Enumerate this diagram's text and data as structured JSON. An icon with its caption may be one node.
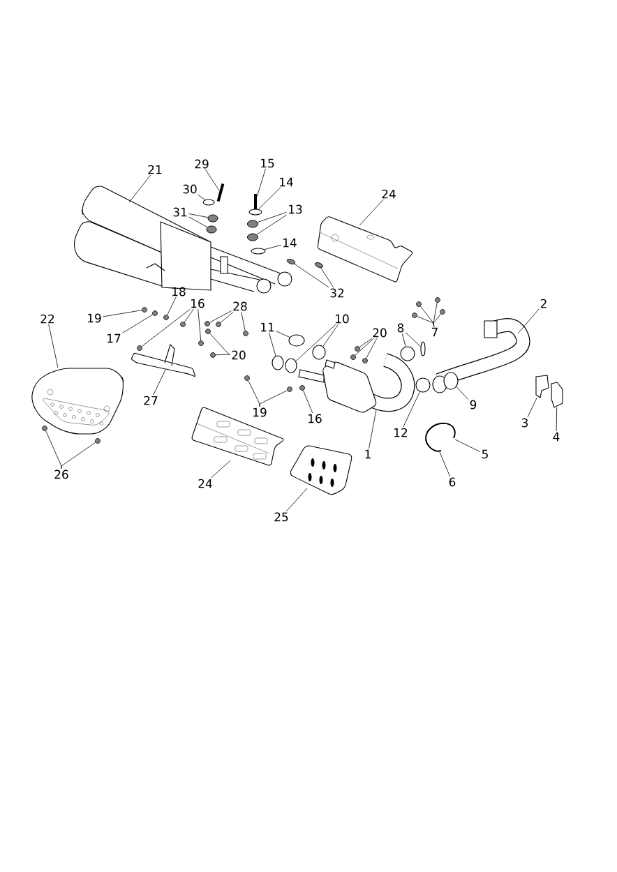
{
  "diagram": {
    "nodes": [
      {
        "text": [
          "21"
        ]
      },
      {
        "text": [
          "29"
        ]
      },
      {
        "text": [
          "15"
        ]
      },
      {
        "text": [
          "30"
        ]
      },
      {
        "text": [
          "14"
        ]
      },
      {
        "text": [
          "24"
        ]
      },
      {
        "text": [
          "31"
        ]
      },
      {
        "text": [
          "13"
        ]
      },
      {
        "text": [
          "14"
        ]
      },
      {
        "text": [
          "18"
        ]
      },
      {
        "text": [
          "32"
        ]
      },
      {
        "text": [
          "2"
        ]
      },
      {
        "text": [
          "16"
        ]
      },
      {
        "text": [
          "28"
        ]
      },
      {
        "text": [
          "19"
        ]
      },
      {
        "text": [
          "22"
        ]
      },
      {
        "text": [
          "11"
        ]
      },
      {
        "text": [
          "10"
        ]
      },
      {
        "text": [
          "20"
        ]
      },
      {
        "text": [
          "8"
        ]
      },
      {
        "text": [
          "7"
        ]
      },
      {
        "text": [
          "17"
        ]
      },
      {
        "text": [
          "20"
        ]
      },
      {
        "text": [
          "27"
        ]
      },
      {
        "text": [
          "19"
        ]
      },
      {
        "text": [
          "16"
        ]
      },
      {
        "text": [
          "1"
        ]
      },
      {
        "text": [
          "12"
        ]
      },
      {
        "text": [
          "9"
        ]
      },
      {
        "text": [
          "3"
        ]
      },
      {
        "text": [
          "4"
        ]
      },
      {
        "text": [
          "5"
        ]
      },
      {
        "text": [
          "6"
        ]
      },
      {
        "text": [
          "24"
        ]
      },
      {
        "text": [
          "26"
        ]
      },
      {
        "text": [
          "25"
        ]
      },
      {
        "text": [],
        "shape": "bolt"
      },
      {
        "text": [],
        "shape": "bolt"
      },
      {
        "text": [],
        "shape": "ring"
      },
      {
        "text": [],
        "shape": "ring"
      },
      {
        "text": [],
        "shape": "ellipse"
      },
      {
        "text": [],
        "shape": "ellipse"
      },
      {
        "text": [],
        "shape": "ellipse"
      },
      {
        "text": [],
        "shape": "ellipse"
      },
      {
        "text": [],
        "shape": "ring"
      },
      {
        "text": [],
        "shape": "circle"
      },
      {
        "text": [],
        "shape": "ellipse"
      },
      {
        "text": [],
        "shape": "ellipse"
      },
      {
        "text": [],
        "shape": "circle"
      },
      {
        "text": [],
        "shape": "circle"
      },
      {
        "text": [],
        "shape": "circle"
      },
      {
        "text": [],
        "shape": "circle"
      },
      {
        "text": [],
        "shape": "circle"
      },
      {
        "text": [],
        "shape": "circle"
      },
      {
        "text": [],
        "shape": "circle"
      },
      {
        "text": [],
        "shape": "ring"
      },
      {
        "text": [],
        "shape": "ring"
      },
      {
        "text": [],
        "shape": "ring"
      },
      {
        "text": [],
        "shape": "ring"
      },
      {
        "text": [],
        "shape": "circle"
      },
      {
        "text": [],
        "shape": "circle"
      },
      {
        "text": [],
        "shape": "circle"
      },
      {
        "text": [],
        "shape": "ring"
      },
      {
        "text": [],
        "shape": "ring"
      },
      {
        "text": [],
        "shape": "circle"
      },
      {
        "text": [],
        "shape": "circle"
      },
      {
        "text": [],
        "shape": "circle"
      },
      {
        "text": [],
        "shape": "circle"
      },
      {
        "text": [],
        "shape": "circle"
      },
      {
        "text": [],
        "shape": "circle"
      },
      {
        "text": [],
        "shape": "circle"
      },
      {
        "text": [],
        "shape": "circle"
      },
      {
        "text": [],
        "shape": "circle"
      },
      {
        "text": [],
        "shape": "circle"
      },
      {
        "text": [],
        "shape": "ring"
      },
      {
        "text": [],
        "shape": "ring"
      },
      {
        "text": [],
        "shape": "circle"
      },
      {
        "text": [],
        "shape": "circle"
      },
      {
        "text": [],
        "shape": "bracket"
      },
      {
        "text": [],
        "shape": "bracket"
      }
    ],
    "edges": [
      {
        "from": 0,
        "to": null,
        "arrow": "none"
      },
      {
        "from": 1,
        "to": 36,
        "arrow": "none"
      },
      {
        "from": 2,
        "to": 37,
        "arrow": "none"
      },
      {
        "from": 3,
        "to": 38,
        "arrow": "none"
      },
      {
        "from": 4,
        "to": 39,
        "arrow": "none"
      },
      {
        "from": 5,
        "to": null,
        "arrow": "none"
      },
      {
        "from": 6,
        "to": 40,
        "arrow": "none"
      },
      {
        "from": 6,
        "to": 41,
        "arrow": "none"
      },
      {
        "from": 7,
        "to": 42,
        "arrow": "none"
      },
      {
        "from": 7,
        "to": 43,
        "arrow": "none"
      },
      {
        "from": 8,
        "to": 44,
        "arrow": "none"
      },
      {
        "from": 9,
        "to": 45,
        "arrow": "none"
      },
      {
        "from": 10,
        "to": 46,
        "arrow": "none"
      },
      {
        "from": 10,
        "to": 47,
        "arrow": "none"
      },
      {
        "from": 11,
        "to": null,
        "arrow": "none"
      },
      {
        "from": 12,
        "to": 48,
        "arrow": "none"
      },
      {
        "from": 12,
        "to": 49,
        "arrow": "none"
      },
      {
        "from": 12,
        "to": 50,
        "arrow": "none"
      },
      {
        "from": 13,
        "to": 51,
        "arrow": "none"
      },
      {
        "from": 13,
        "to": 52,
        "arrow": "none"
      },
      {
        "from": 13,
        "to": 53,
        "arrow": "none"
      },
      {
        "from": 14,
        "to": 54,
        "arrow": "none"
      },
      {
        "from": 15,
        "to": null,
        "arrow": "none"
      },
      {
        "from": 16,
        "to": 55,
        "arrow": "none"
      },
      {
        "from": 16,
        "to": 56,
        "arrow": "none"
      },
      {
        "from": 17,
        "to": 57,
        "arrow": "none"
      },
      {
        "from": 17,
        "to": 58,
        "arrow": "none"
      },
      {
        "from": 18,
        "to": 59,
        "arrow": "none"
      },
      {
        "from": 18,
        "to": 60,
        "arrow": "none"
      },
      {
        "from": 18,
        "to": 61,
        "arrow": "none"
      },
      {
        "from": 19,
        "to": 62,
        "arrow": "none"
      },
      {
        "from": 19,
        "to": 63,
        "arrow": "none"
      },
      {
        "from": 20,
        "to": 64,
        "arrow": "none"
      },
      {
        "from": 20,
        "to": 65,
        "arrow": "none"
      },
      {
        "from": 20,
        "to": 66,
        "arrow": "none"
      },
      {
        "from": 20,
        "to": 67,
        "arrow": "none"
      },
      {
        "from": 21,
        "to": 68,
        "arrow": "none"
      },
      {
        "from": 22,
        "to": 69,
        "arrow": "none"
      },
      {
        "from": 22,
        "to": 70,
        "arrow": "none"
      },
      {
        "from": 23,
        "to": null,
        "arrow": "none"
      },
      {
        "from": 24,
        "to": 71,
        "arrow": "none"
      },
      {
        "from": 24,
        "to": 72,
        "arrow": "none"
      },
      {
        "from": 25,
        "to": 73,
        "arrow": "none"
      },
      {
        "from": 26,
        "to": null,
        "arrow": "none"
      },
      {
        "from": 27,
        "to": 74,
        "arrow": "none"
      },
      {
        "from": 28,
        "to": 75,
        "arrow": "none"
      },
      {
        "from": 29,
        "to": 78,
        "arrow": "none"
      },
      {
        "from": 30,
        "to": 79,
        "arrow": "none"
      },
      {
        "from": 31,
        "to": null,
        "arrow": "none"
      },
      {
        "from": 32,
        "to": null,
        "arrow": "none"
      },
      {
        "from": 33,
        "to": null,
        "arrow": "none"
      },
      {
        "from": 34,
        "to": 76,
        "arrow": "none"
      },
      {
        "from": 34,
        "to": 77,
        "arrow": "none"
      },
      {
        "from": 35,
        "to": null,
        "arrow": "none"
      }
    ]
  }
}
